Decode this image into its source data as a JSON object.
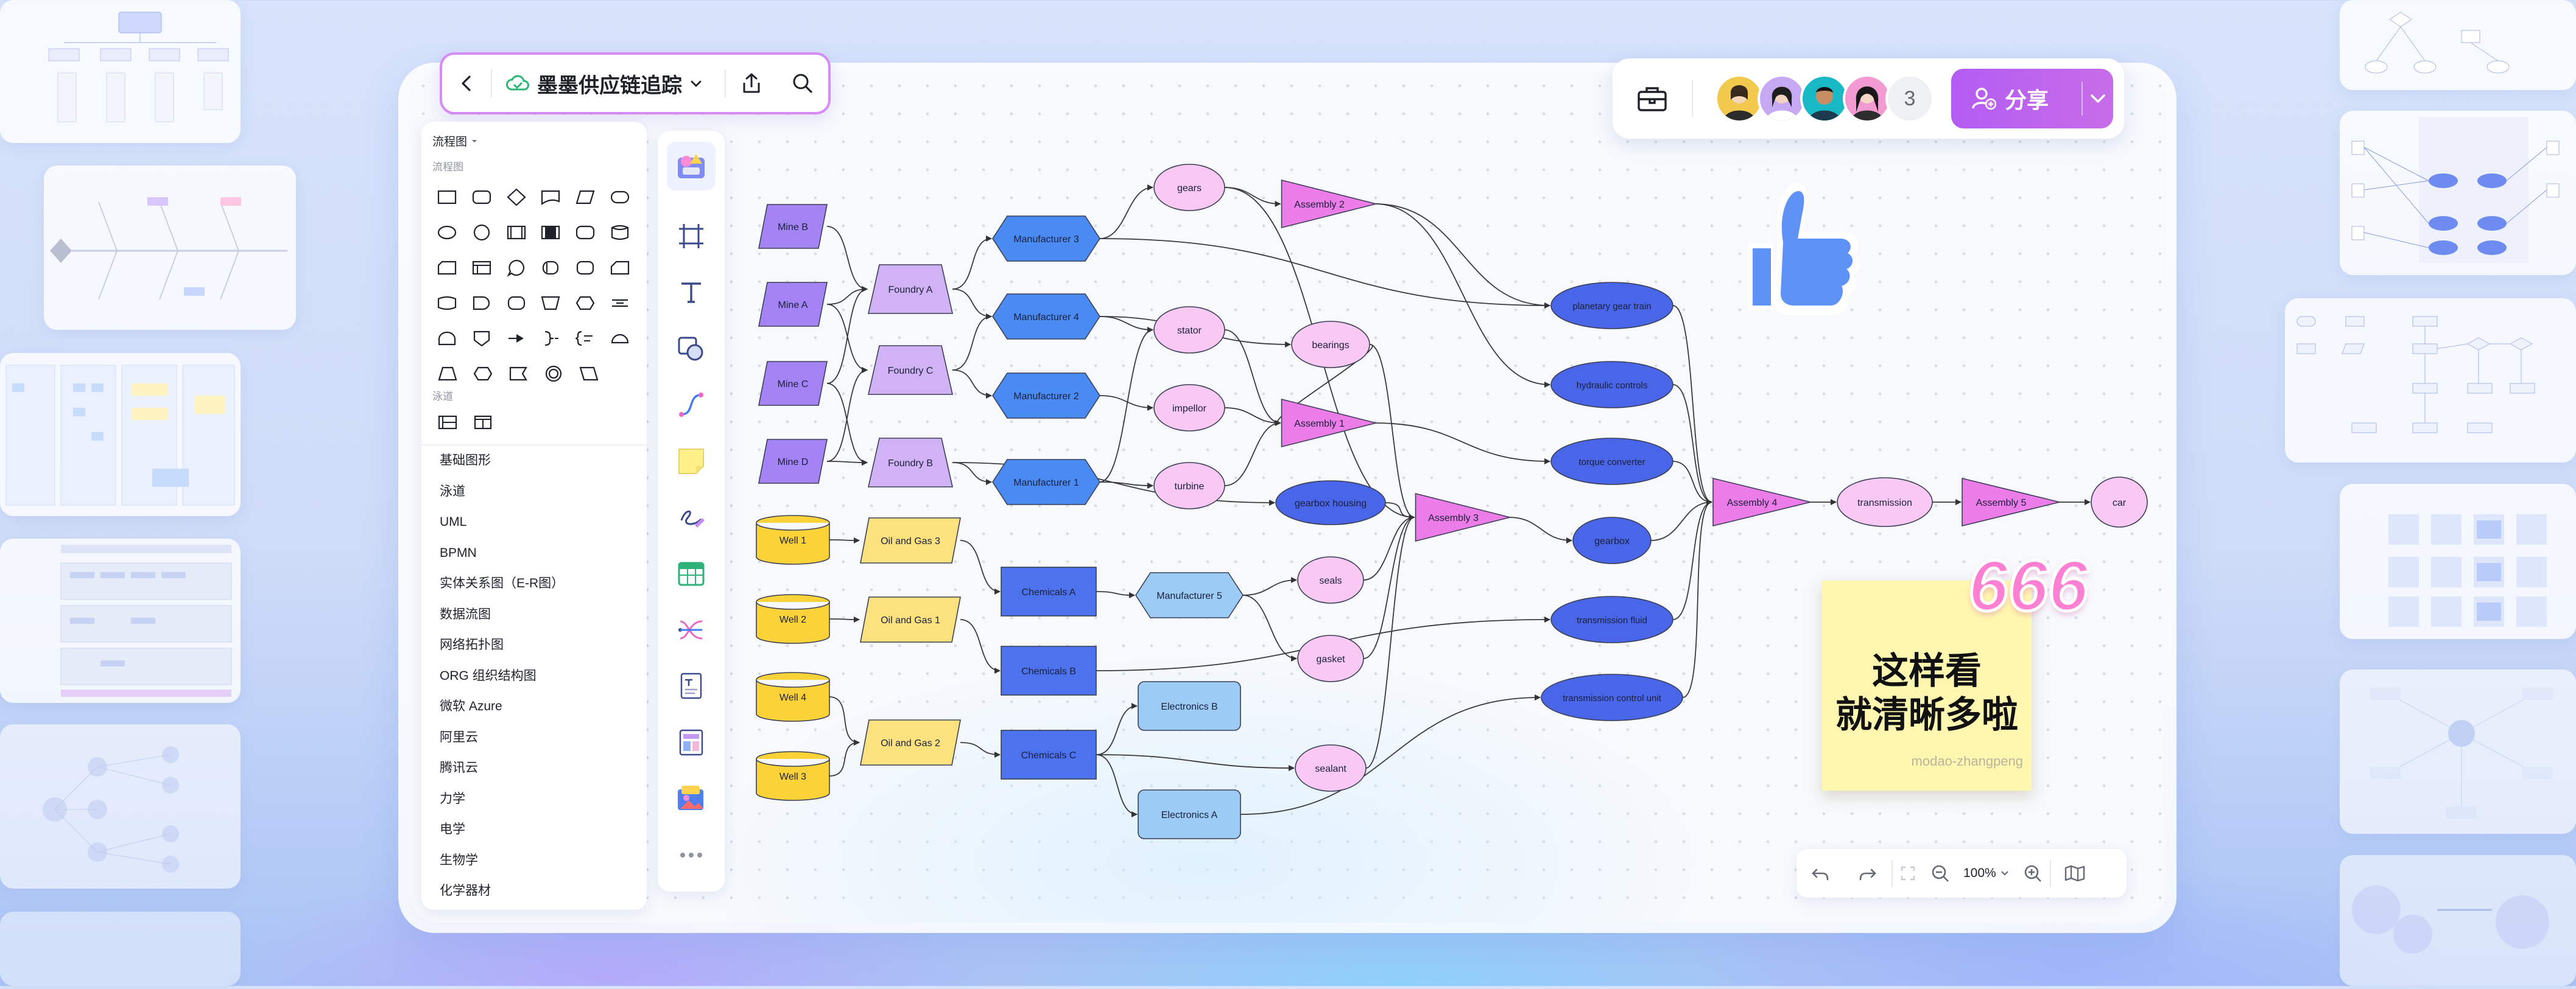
{
  "toolbar": {
    "doc_title": "墨墨供应链追踪"
  },
  "collab": {
    "extra_count": "3",
    "share_label": "分享"
  },
  "shape_panel": {
    "header": "流程图",
    "sub_flowchart": "流程图",
    "sub_swimlane": "泳道",
    "categories": [
      "基础图形",
      "泳道",
      "UML",
      "BPMN",
      "实体关系图（E-R图）",
      "数据流图",
      "网络拓扑图",
      "ORG 组织结构图",
      "微软 Azure",
      "阿里云",
      "腾讯云",
      "力学",
      "电学",
      "生物学",
      "化学器材"
    ]
  },
  "zoom": {
    "level": "100%"
  },
  "sticky": {
    "line1": "这样看",
    "line2": "就清晰多啦",
    "author": "modao-zhangpeng"
  },
  "sticker": "666",
  "colors": {
    "accent": "#b35cf3",
    "mine": "#a483f5",
    "foundry": "#d1b2f5",
    "manufacturer": "#4a8bf3",
    "small_ellipse": "#f9c9f3",
    "triangle": "#ec7ce8",
    "big_ellipse": "#4a66e8",
    "well": "#fcd239",
    "oil_gas": "#fbe27f",
    "chemicals": "#4d72ee",
    "electronics": "#9ccbf6"
  },
  "diagram": {
    "nodes": [
      {
        "id": "mineB",
        "label": "Mine B"
      },
      {
        "id": "mineA",
        "label": "Mine A"
      },
      {
        "id": "mineC",
        "label": "Mine C"
      },
      {
        "id": "mineD",
        "label": "Mine D"
      },
      {
        "id": "foundryA",
        "label": "Foundry A"
      },
      {
        "id": "foundryC",
        "label": "Foundry C"
      },
      {
        "id": "foundryB",
        "label": "Foundry B"
      },
      {
        "id": "man3",
        "label": "Manufacturer 3"
      },
      {
        "id": "man4",
        "label": "Manufacturer 4"
      },
      {
        "id": "man2",
        "label": "Manufacturer 2"
      },
      {
        "id": "man1",
        "label": "Manufacturer 1"
      },
      {
        "id": "gears",
        "label": "gears"
      },
      {
        "id": "stator",
        "label": "stator"
      },
      {
        "id": "impellor",
        "label": "impellor"
      },
      {
        "id": "turbine",
        "label": "turbine"
      },
      {
        "id": "bearings",
        "label": "bearings"
      },
      {
        "id": "asm2",
        "label": "Assembly 2"
      },
      {
        "id": "asm1",
        "label": "Assembly 1"
      },
      {
        "id": "gearboxHousing",
        "label": "gearbox housing"
      },
      {
        "id": "asm3",
        "label": "Assembly 3"
      },
      {
        "id": "planetary",
        "label": "planetary gear train"
      },
      {
        "id": "hydraulic",
        "label": "hydraulic controls"
      },
      {
        "id": "torque",
        "label": "torque converter"
      },
      {
        "id": "gearbox",
        "label": "gearbox"
      },
      {
        "id": "transFluid",
        "label": "transmission fluid"
      },
      {
        "id": "transCtrl",
        "label": "transmission control unit"
      },
      {
        "id": "asm4",
        "label": "Assembly 4"
      },
      {
        "id": "transmission",
        "label": "transmission"
      },
      {
        "id": "asm5",
        "label": "Assembly 5"
      },
      {
        "id": "car",
        "label": "car"
      },
      {
        "id": "well1",
        "label": "Well 1"
      },
      {
        "id": "well2",
        "label": "Well 2"
      },
      {
        "id": "well4",
        "label": "Well 4"
      },
      {
        "id": "well3",
        "label": "Well 3"
      },
      {
        "id": "oil3",
        "label": "Oil and Gas 3"
      },
      {
        "id": "oil1",
        "label": "Oil and Gas 1"
      },
      {
        "id": "oil2",
        "label": "Oil and Gas 2"
      },
      {
        "id": "chemA",
        "label": "Chemicals A"
      },
      {
        "id": "chemB",
        "label": "Chemicals B"
      },
      {
        "id": "chemC",
        "label": "Chemicals C"
      },
      {
        "id": "man5",
        "label": "Manufacturer 5"
      },
      {
        "id": "seals",
        "label": "seals"
      },
      {
        "id": "gasket",
        "label": "gasket"
      },
      {
        "id": "sealant",
        "label": "sealant"
      },
      {
        "id": "elecB",
        "label": "Electronics B"
      },
      {
        "id": "elecA",
        "label": "Electronics A"
      }
    ],
    "edges": [
      [
        "mineB",
        "foundryA"
      ],
      [
        "mineA",
        "foundryA"
      ],
      [
        "mineA",
        "foundryC"
      ],
      [
        "mineC",
        "foundryA"
      ],
      [
        "mineC",
        "foundryB"
      ],
      [
        "mineD",
        "foundryC"
      ],
      [
        "mineD",
        "foundryB"
      ],
      [
        "foundryA",
        "man3"
      ],
      [
        "foundryA",
        "man4"
      ],
      [
        "foundryC",
        "man4"
      ],
      [
        "foundryC",
        "man2"
      ],
      [
        "foundryB",
        "man1"
      ],
      [
        "foundryB",
        "gearboxHousing"
      ],
      [
        "man3",
        "gears"
      ],
      [
        "man3",
        "planetary"
      ],
      [
        "man4",
        "bearings"
      ],
      [
        "man4",
        "stator"
      ],
      [
        "man2",
        "impellor"
      ],
      [
        "man1",
        "turbine"
      ],
      [
        "man1",
        "stator"
      ],
      [
        "gears",
        "asm2"
      ],
      [
        "gears",
        "asm3"
      ],
      [
        "stator",
        "asm1"
      ],
      [
        "impellor",
        "asm1"
      ],
      [
        "turbine",
        "asm1"
      ],
      [
        "bearings",
        "asm1"
      ],
      [
        "bearings",
        "asm3"
      ],
      [
        "asm2",
        "planetary"
      ],
      [
        "asm2",
        "hydraulic"
      ],
      [
        "asm1",
        "torque"
      ],
      [
        "gearboxHousing",
        "asm3"
      ],
      [
        "asm3",
        "gearbox"
      ],
      [
        "planetary",
        "asm4"
      ],
      [
        "hydraulic",
        "asm4"
      ],
      [
        "torque",
        "asm4"
      ],
      [
        "gearbox",
        "asm4"
      ],
      [
        "transFluid",
        "asm4"
      ],
      [
        "transCtrl",
        "asm4"
      ],
      [
        "asm4",
        "transmission"
      ],
      [
        "transmission",
        "asm5"
      ],
      [
        "asm5",
        "car"
      ],
      [
        "well1",
        "oil3"
      ],
      [
        "well2",
        "oil1"
      ],
      [
        "well4",
        "oil2"
      ],
      [
        "well3",
        "oil2"
      ],
      [
        "oil3",
        "chemA"
      ],
      [
        "oil1",
        "chemB"
      ],
      [
        "oil2",
        "chemC"
      ],
      [
        "chemA",
        "man5"
      ],
      [
        "man5",
        "seals"
      ],
      [
        "man5",
        "gasket"
      ],
      [
        "seals",
        "asm3"
      ],
      [
        "gasket",
        "asm3"
      ],
      [
        "chemB",
        "transFluid"
      ],
      [
        "chemC",
        "elecB"
      ],
      [
        "chemC",
        "sealant"
      ],
      [
        "chemC",
        "elecA"
      ],
      [
        "sealant",
        "asm3"
      ],
      [
        "elecA",
        "transCtrl"
      ]
    ]
  }
}
